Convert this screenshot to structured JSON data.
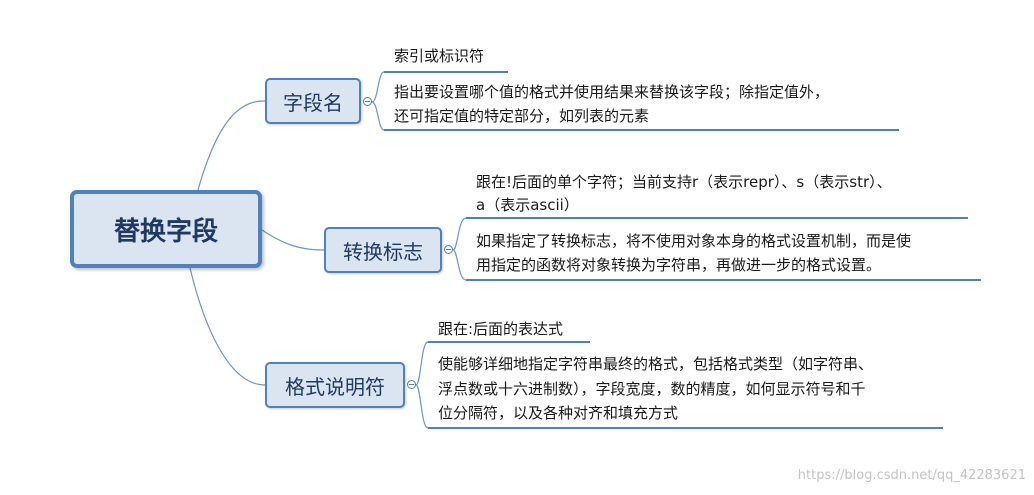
{
  "root": {
    "label": "替换字段"
  },
  "branches": [
    {
      "label": "字段名",
      "short": "索引或标识符",
      "detail_lines": [
        "指出要设置哪个值的格式并使用结果来替换该字段；除指定值外，",
        "还可指定值的特定部分，如列表的元素"
      ]
    },
    {
      "label": "转换标志",
      "short_lines": [
        "跟在!后面的单个字符；当前支持r（表示repr）、s（表示str）、",
        "a（表示ascii）"
      ],
      "detail_lines": [
        "如果指定了转换标志，将不使用对象本身的格式设置机制，而是使",
        "用指定的函数将对象转换为字符串，再做进一步的格式设置。"
      ]
    },
    {
      "label": "格式说明符",
      "short": "跟在:后面的表达式",
      "detail_lines": [
        "使能够详细地指定字符串最终的格式，包括格式类型（如字符串、",
        "浮点数或十六进制数），字段宽度，数的精度，如何显示符号和千",
        "位分隔符，以及各种对齐和填充方式"
      ]
    }
  ],
  "watermark": "https://blog.csdn.net/qq_42283621",
  "colors": {
    "node_fill": "#dbe5f1",
    "node_border": "#4f81bd",
    "text": "#1f3864",
    "line": "#4f81bd"
  }
}
